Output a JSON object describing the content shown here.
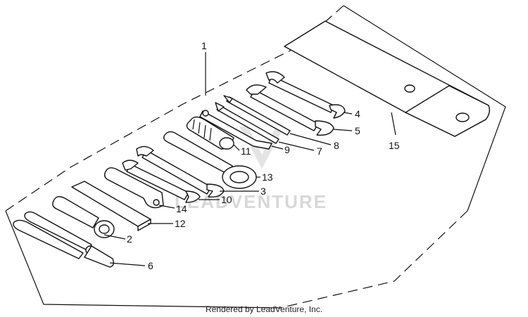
{
  "watermark": "LEADVENTURE",
  "footer": "Rendered by LeadVenture, Inc.",
  "callouts": {
    "c1": "1",
    "c2": "2",
    "c3": "3",
    "c4": "4",
    "c5": "5",
    "c6": "6",
    "c7": "7",
    "c8": "8",
    "c9": "9",
    "c10": "10",
    "c11": "11",
    "c12": "12",
    "c13": "13",
    "c14": "14",
    "c15": "15"
  }
}
